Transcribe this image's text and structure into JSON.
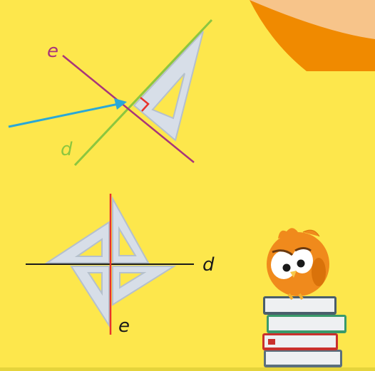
{
  "figure_top": {
    "line_e_label": "e",
    "line_d_label": "d",
    "colors": {
      "line_e": "#a8357a",
      "line_d": "#8cc63f",
      "arrow": "#29a8d8",
      "right_angle": "#e8322b"
    }
  },
  "figure_bottom": {
    "line_d_label": "d",
    "line_e_label": "e",
    "colors": {
      "line_d": "#1a1a1a",
      "line_e": "#e8322b"
    }
  },
  "decoration": {
    "page_curl_colors": [
      "#f7c48a",
      "#f08a00"
    ],
    "mascot": "owl-mascot",
    "books": "book-stack"
  },
  "colors": {
    "background": "#fde74c"
  }
}
